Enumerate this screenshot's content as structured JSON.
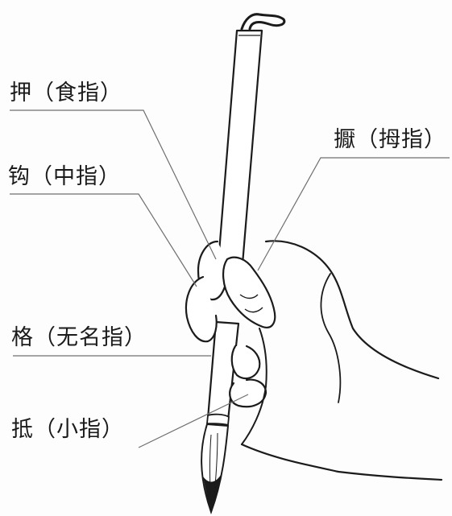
{
  "labels": {
    "ya": "押（食指）",
    "ye": "擫（拇指）",
    "gou": "钩（中指）",
    "ge": "格（无名指）",
    "di": "抵（小指）"
  },
  "colors": {
    "ink": "#1b1b1b",
    "leader": "#6f6f6f",
    "paper": "#fdfdfd"
  },
  "icons": {
    "figure": "hand-holding-brush-illustration"
  }
}
